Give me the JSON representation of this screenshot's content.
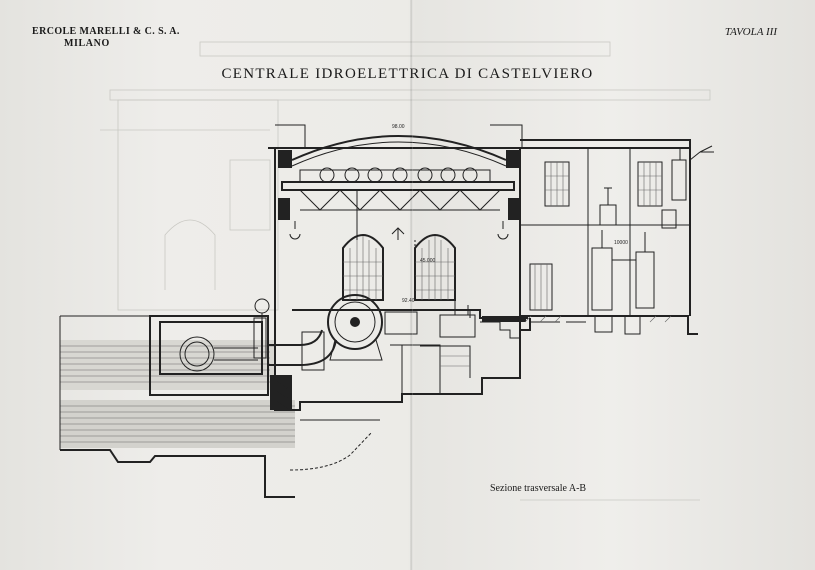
{
  "header": {
    "publisher": "ERCOLE MARELLI & C. S. A.",
    "city": "MILANO",
    "plate": "TAVOLA III"
  },
  "title": "CENTRALE IDROELETTRICA DI CASTELVIERO",
  "caption": "Sezione trasversale A-B"
}
